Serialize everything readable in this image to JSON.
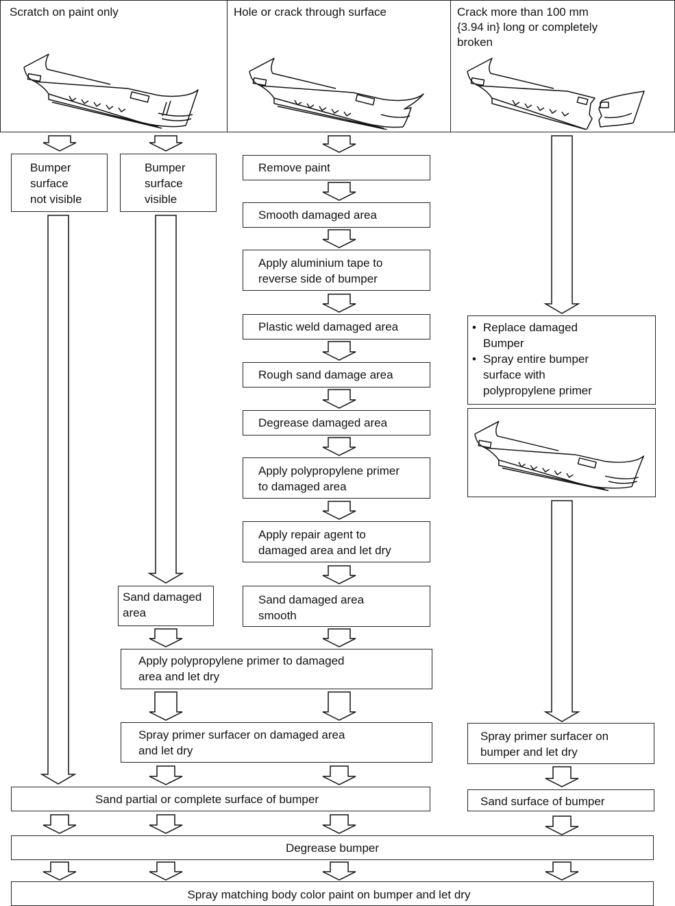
{
  "columns": [
    {
      "title": "Scratch on paint only"
    },
    {
      "title": "Hole or crack through surface"
    },
    {
      "title": "Crack more than 100 mm\n{3.94 in} long or completely\nbroken"
    }
  ],
  "scratch_branch": {
    "not_visible": "Bumper\nsurface\nnot visible",
    "visible": "Bumper\nsurface\nvisible",
    "sand_damaged_area": "Sand damaged\narea"
  },
  "hole_branch": {
    "steps": [
      "Remove paint",
      "Smooth damaged area",
      "Apply aluminium tape to\nreverse side of bumper",
      "Plastic weld damaged area",
      "Rough sand damage area",
      "Degrease damaged area",
      "Apply polypropylene primer\nto damaged area",
      "Apply repair agent to\ndamaged area and let dry",
      "Sand damaged area\nsmooth"
    ]
  },
  "shared": {
    "apply_primer": "Apply polypropylene primer to damaged\narea and let dry",
    "spray_primer_surfacer": "Spray primer surfacer on damaged area\nand let dry",
    "sand_partial": "Sand partial or complete surface of bumper",
    "degrease": "Degrease bumper",
    "spray_paint": "Spray matching body color paint on bumper and let dry"
  },
  "broken_branch": {
    "bullets": [
      "Replace damaged\nBumper",
      "Spray entire bumper\nsurface with\npolypropylene primer"
    ],
    "spray_primer_surfacer": "Spray primer surfacer on\nbumper and let dry",
    "sand_surface": "Sand surface of bumper"
  }
}
